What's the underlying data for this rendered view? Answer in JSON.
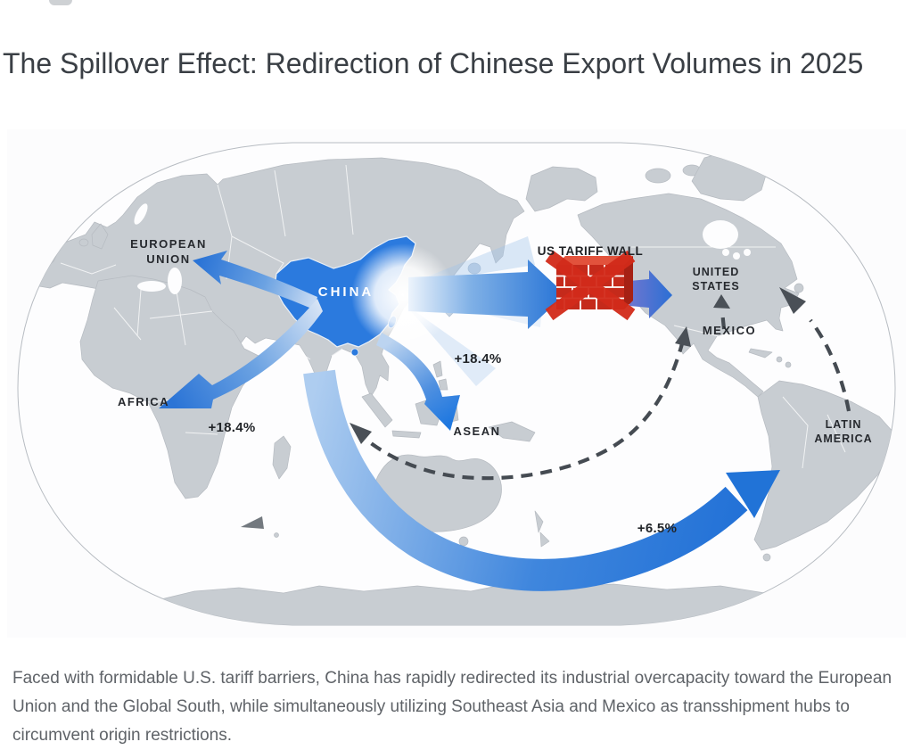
{
  "title": "The Spillover Effect: Redirection of Chinese Export Volumes in 2025",
  "caption": "Faced with formidable U.S. tariff barriers, China has rapidly redirected its industrial overcapacity toward the European Union and the Global South, while simultaneously utilizing Southeast Asia and Mexico as transshipment hubs to circumvent origin restrictions.",
  "map": {
    "labels": {
      "european_union": {
        "line1": "EUROPEAN",
        "line2": "UNION"
      },
      "china": "CHINA",
      "us_tariff_wall": "US TARIFF WALL",
      "united_states": {
        "line1": "UNITED",
        "line2": "STATES"
      },
      "mexico": "MEXICO",
      "africa": "AFRICA",
      "asean": "ASEAN",
      "latin_america": {
        "line1": "LATIN",
        "line2": "AMERICA"
      }
    },
    "flow_labels": {
      "africa_pct": "+18.4%",
      "asean_pct": "+18.4%",
      "latin_america_pct": "+6.5%"
    },
    "colors": {
      "arrow_blue": "#2a76d8",
      "china_blue": "#2b7ade",
      "wall_red": "#c52a1b",
      "cross_red": "#d22b1a",
      "dashed_gray": "#454b52",
      "land_gray": "#c8cdd2"
    }
  }
}
